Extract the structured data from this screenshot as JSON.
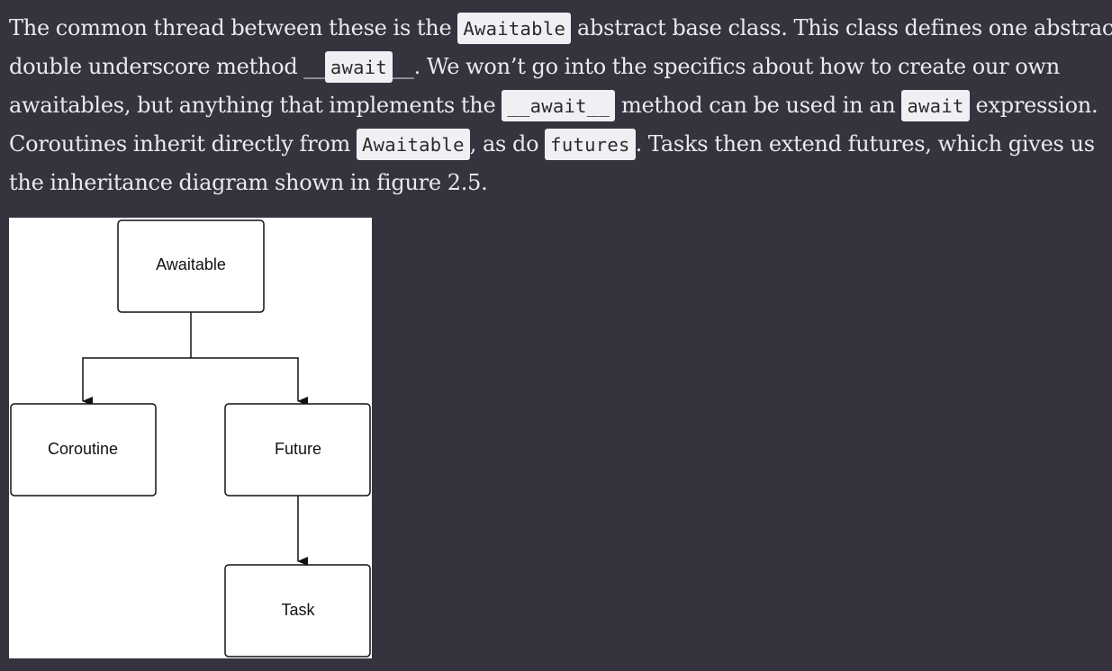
{
  "paragraph": {
    "l1_a": "The common thread between these is the ",
    "l1_code": "Awaitable",
    "l1_b": " abstract base class. This class defines one abstract",
    "l2_a": "double underscore method __",
    "l2_code": "await",
    "l2_b": "__. We won’t go into the specifics about how to create our own",
    "l3_a": "awaitables, but anything that implements the ",
    "l3_code1": "__await__",
    "l3_b": " method can be used in an ",
    "l3_code2": "await",
    "l3_c": " expression.",
    "l4_a": "Coroutines inherit directly from ",
    "l4_code1": "Awaitable",
    "l4_b": ", as do ",
    "l4_code2": "futures",
    "l4_c": ". Tasks then extend futures, which gives us",
    "l5": "the inheritance diagram shown in figure 2.5."
  },
  "diagram": {
    "nodes": {
      "awaitable": "Awaitable",
      "coroutine": "Coroutine",
      "future": "Future",
      "task": "Task"
    },
    "edges": [
      {
        "from": "awaitable",
        "to": "coroutine"
      },
      {
        "from": "awaitable",
        "to": "future"
      },
      {
        "from": "future",
        "to": "task"
      }
    ]
  }
}
